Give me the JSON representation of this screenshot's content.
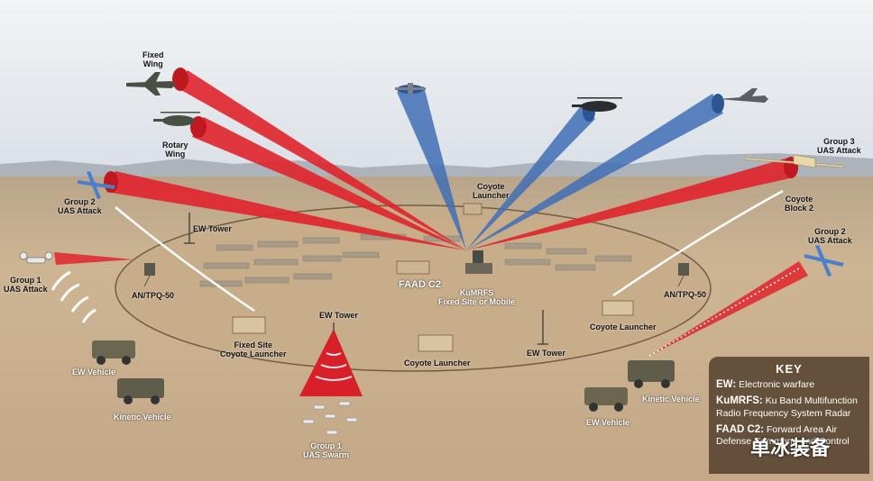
{
  "labels": {
    "fixed_wing": [
      "Fixed",
      "Wing"
    ],
    "rotary_wing": [
      "Rotary",
      "Wing"
    ],
    "group2_attack_left": [
      "Group 2",
      "UAS Attack"
    ],
    "group1_attack": [
      "Group 1",
      "UAS Attack"
    ],
    "group3_attack": [
      "Group 3",
      "UAS Attack"
    ],
    "group2_attack_right": [
      "Group 2",
      "UAS Attack"
    ],
    "coyote_block2": [
      "Coyote",
      "Block 2"
    ],
    "coyote_launcher_top": [
      "Coyote",
      "Launcher"
    ],
    "ew_tower_left": "EW Tower",
    "ew_tower_center": "EW Tower",
    "ew_tower_right": "EW Tower",
    "antpq_left": "AN/TPQ-50",
    "antpq_right": "AN/TPQ-50",
    "faad_c2": "FAAD C2",
    "kumrfs": [
      "KuMRFS",
      "Fixed Site or Mobile"
    ],
    "fixed_site_launcher": [
      "Fixed Site",
      "Coyote Launcher"
    ],
    "coyote_launcher_center": "Coyote Launcher",
    "coyote_launcher_right": "Coyote Launcher",
    "ew_vehicle_left": "EW Vehicle",
    "kinetic_vehicle_left": "Kinetic Vehicle",
    "ew_vehicle_right": "EW Vehicle",
    "kinetic_vehicle_right": "Kinetic Vehicle",
    "group1_swarm": [
      "Group 1",
      "UAS Swarm"
    ]
  },
  "key": {
    "title": "KEY",
    "items": [
      {
        "abbr": "EW:",
        "desc": "Electronic warfare"
      },
      {
        "abbr": "KuMRFS:",
        "desc": "Ku Band Multifunction Radio Frequency System Radar"
      },
      {
        "abbr": "FAAD C2:",
        "desc": "Forward Area Air Defense Command and Control"
      }
    ]
  },
  "watermark": "单冰装备",
  "colors": {
    "red_beam": "#d8202a",
    "blue_beam": "#3f6fb5",
    "key_bg": "#5c4834",
    "sky": "#e6ebf0",
    "ground": "#cdb593"
  }
}
